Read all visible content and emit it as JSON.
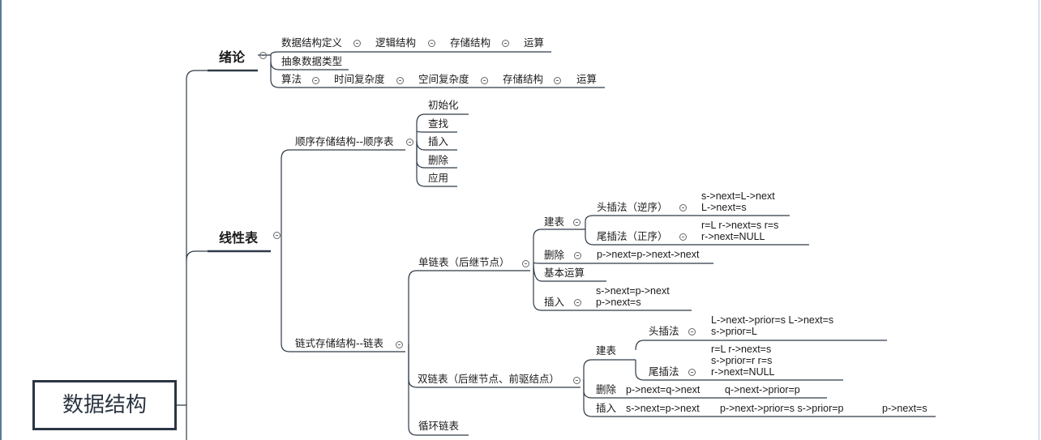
{
  "root": "数据结构",
  "intro": {
    "title": "绪论",
    "row1": [
      "数据结构定义",
      "逻辑结构",
      "存储结构",
      "运算"
    ],
    "row2": "抽象数据类型",
    "row3": [
      "算法",
      "时间复杂度",
      "空间复杂度",
      "存储结构",
      "运算"
    ]
  },
  "linear": {
    "title": "线性表",
    "seq": {
      "title": "顺序存储结构--顺序表",
      "items": [
        "初始化",
        "查找",
        "插入",
        "删除",
        "应用"
      ]
    },
    "chain": {
      "title": "链式存储结构--链表",
      "single": {
        "title": "单链表（后继节点）",
        "build": "建表",
        "head_insert": "头插法（逆序）",
        "head_code": [
          "s->next=L->next",
          "L->next=s"
        ],
        "tail_insert": "尾插法（正序）",
        "tail_code": [
          "r=L   r->next=s  r=s",
          "r->next=NULL"
        ],
        "delete": "删除",
        "delete_code": "p->next=p->next->next",
        "basic_ops": "基本运算",
        "insert": "插入",
        "insert_code": [
          "s->next=p->next",
          "p->next=s"
        ]
      },
      "double": {
        "title": "双链表（后继节点、前驱结点）",
        "build": "建表",
        "head_insert": "头插法",
        "head_code": [
          "L->next->prior=s  L->next=s",
          "s->prior=L"
        ],
        "tail_insert": "尾插法",
        "tail_code": [
          "r=L   r->next=s",
          "s->prior=r   r=s",
          "r->next=NULL"
        ],
        "delete": "删除",
        "delete_code": [
          "p->next=q->next",
          "q->next->prior=p"
        ],
        "insert": "插入",
        "insert_code": [
          "s->next=p->next",
          "p->next->prior=s  s->prior=p",
          "p->next=s"
        ]
      },
      "circular": "循环链表"
    }
  }
}
